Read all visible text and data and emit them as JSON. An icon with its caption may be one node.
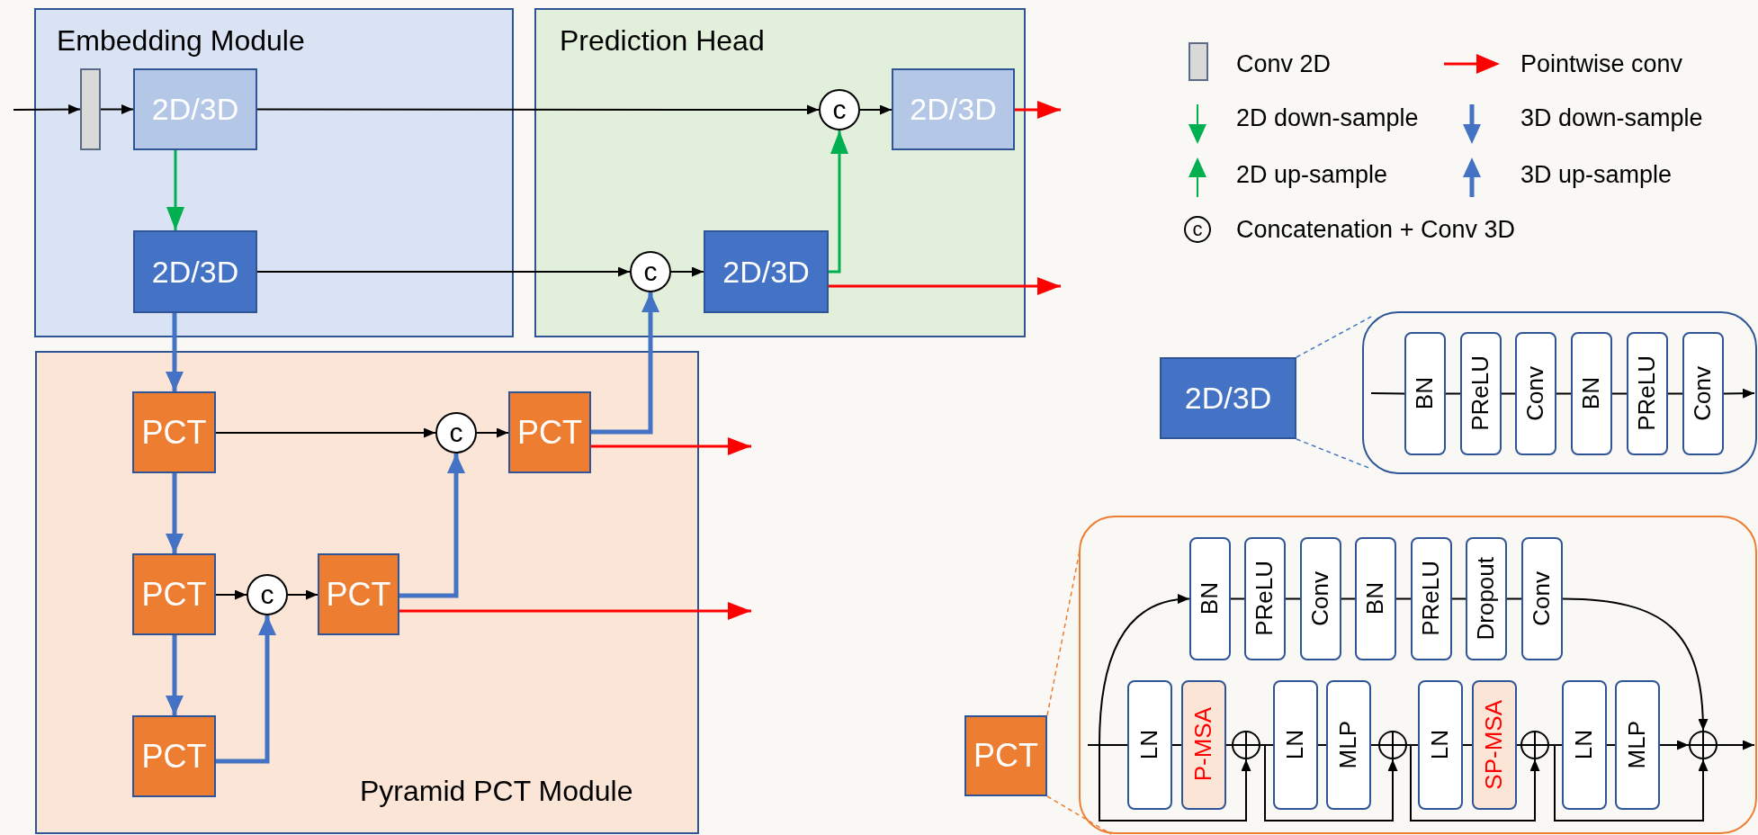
{
  "diagram": {
    "nodes": [
      {
        "text": [
          "Embedding Module"
        ]
      },
      {
        "text": [
          "Prediction Head"
        ]
      },
      {
        "text": [
          "Pyramid PCT Module"
        ]
      },
      {
        "text": [],
        "shape": "box",
        "in": 0
      },
      {
        "text": [
          "2D/3D"
        ],
        "in": 0
      },
      {
        "text": [
          "2D/3D"
        ],
        "in": 0
      },
      {
        "text": [
          "c"
        ],
        "in": 1
      },
      {
        "text": [
          "2D/3D"
        ],
        "in": 1
      },
      {
        "text": [
          "c"
        ],
        "in": 1
      },
      {
        "text": [
          "2D/3D"
        ],
        "in": 1
      },
      {
        "text": [
          "PCT"
        ],
        "in": 2
      },
      {
        "text": [
          "c"
        ],
        "in": 2
      },
      {
        "text": [
          "PCT"
        ],
        "in": 2
      },
      {
        "text": [
          "PCT"
        ],
        "in": 2
      },
      {
        "text": [
          "c"
        ],
        "in": 2
      },
      {
        "text": [
          "PCT"
        ],
        "in": 2
      },
      {
        "text": [
          "PCT"
        ],
        "in": 2
      },
      {
        "text": [
          "2D/3D"
        ]
      },
      {
        "text": [],
        "shape": "box"
      },
      {
        "text": [
          "BN"
        ],
        "in": 18
      },
      {
        "text": [
          "PReLU"
        ],
        "in": 18
      },
      {
        "text": [
          "Conv"
        ],
        "in": 18
      },
      {
        "text": [
          "BN"
        ],
        "in": 18
      },
      {
        "text": [
          "PReLU"
        ],
        "in": 18
      },
      {
        "text": [
          "Conv"
        ],
        "in": 18
      },
      {
        "text": [
          "PCT"
        ]
      },
      {
        "text": [],
        "shape": "box"
      },
      {
        "text": [
          "BN"
        ],
        "in": 26
      },
      {
        "text": [
          "PReLU"
        ],
        "in": 26
      },
      {
        "text": [
          "Conv"
        ],
        "in": 26
      },
      {
        "text": [
          "BN"
        ],
        "in": 26
      },
      {
        "text": [
          "PReLU"
        ],
        "in": 26
      },
      {
        "text": [
          "Dropout"
        ],
        "in": 26
      },
      {
        "text": [
          "Conv"
        ],
        "in": 26
      },
      {
        "text": [
          "LN"
        ],
        "in": 26
      },
      {
        "text": [
          "P-MSA"
        ],
        "in": 26
      },
      {
        "text": [],
        "shape": "circle",
        "in": 26
      },
      {
        "text": [
          "LN"
        ],
        "in": 26
      },
      {
        "text": [
          "MLP"
        ],
        "in": 26
      },
      {
        "text": [],
        "shape": "circle",
        "in": 26
      },
      {
        "text": [
          "LN"
        ],
        "in": 26
      },
      {
        "text": [
          "SP-MSA"
        ],
        "in": 26
      },
      {
        "text": [],
        "shape": "circle",
        "in": 26
      },
      {
        "text": [
          "LN"
        ],
        "in": 26
      },
      {
        "text": [
          "MLP"
        ],
        "in": 26
      },
      {
        "text": [],
        "shape": "circle",
        "in": 26
      }
    ],
    "edges": [
      {
        "from": null,
        "to": 3,
        "arrow": "to"
      },
      {
        "from": 3,
        "to": 4,
        "arrow": "to"
      },
      {
        "from": 4,
        "to": 6,
        "arrow": "to"
      },
      {
        "from": 6,
        "to": 7,
        "arrow": "to"
      },
      {
        "from": 7,
        "to": null,
        "arrow": "to",
        "color": "#ff0000"
      },
      {
        "from": 4,
        "to": 5,
        "arrow": "to",
        "color": "#00b050"
      },
      {
        "from": 5,
        "to": 8,
        "arrow": "to"
      },
      {
        "from": 8,
        "to": 9,
        "arrow": "to"
      },
      {
        "from": 9,
        "to": 6,
        "arrow": "to",
        "color": "#00b050"
      },
      {
        "from": 9,
        "to": null,
        "arrow": "to",
        "color": "#ff0000"
      },
      {
        "from": 5,
        "to": 10,
        "arrow": "to",
        "style": "thick",
        "color": "#4472c4"
      },
      {
        "from": 10,
        "to": 13,
        "arrow": "to",
        "style": "thick",
        "color": "#4472c4"
      },
      {
        "from": 13,
        "to": 16,
        "arrow": "to",
        "style": "thick",
        "color": "#4472c4"
      },
      {
        "from": 10,
        "to": 11,
        "arrow": "to"
      },
      {
        "from": 11,
        "to": 12,
        "arrow": "to"
      },
      {
        "from": 12,
        "to": 8,
        "arrow": "to",
        "style": "thick",
        "color": "#4472c4"
      },
      {
        "from": 12,
        "to": null,
        "arrow": "to",
        "color": "#ff0000"
      },
      {
        "from": 13,
        "to": 14,
        "arrow": "to"
      },
      {
        "from": 14,
        "to": 15,
        "arrow": "to"
      },
      {
        "from": 15,
        "to": 11,
        "arrow": "to",
        "style": "thick",
        "color": "#4472c4"
      },
      {
        "from": 15,
        "to": null,
        "arrow": "to",
        "color": "#ff0000"
      },
      {
        "from": 16,
        "to": 14,
        "arrow": "to",
        "style": "thick",
        "color": "#4472c4"
      },
      {
        "from": 17,
        "to": 18,
        "arrow": "none",
        "style": "dashed",
        "color": "#4472c4"
      },
      {
        "from": 17,
        "to": 18,
        "arrow": "none",
        "style": "dashed",
        "color": "#4472c4"
      },
      {
        "from": null,
        "to": 19,
        "arrow": "none"
      },
      {
        "from": 19,
        "to": 20,
        "arrow": "none"
      },
      {
        "from": 20,
        "to": 21,
        "arrow": "none"
      },
      {
        "from": 21,
        "to": 22,
        "arrow": "none"
      },
      {
        "from": 22,
        "to": 23,
        "arrow": "none"
      },
      {
        "from": 23,
        "to": 24,
        "arrow": "none"
      },
      {
        "from": 24,
        "to": null,
        "arrow": "to"
      },
      {
        "from": 25,
        "to": 26,
        "arrow": "none",
        "style": "dashed",
        "color": "#ed7d31"
      },
      {
        "from": 25,
        "to": 26,
        "arrow": "none",
        "style": "dashed",
        "color": "#ed7d31"
      },
      {
        "from": null,
        "to": 34,
        "arrow": "none"
      },
      {
        "from": 34,
        "to": 35,
        "arrow": "none"
      },
      {
        "from": 35,
        "to": 36,
        "arrow": "none"
      },
      {
        "from": 36,
        "to": 37,
        "arrow": "none"
      },
      {
        "from": 37,
        "to": 38,
        "arrow": "none"
      },
      {
        "from": 38,
        "to": 39,
        "arrow": "none"
      },
      {
        "from": 39,
        "to": 40,
        "arrow": "none"
      },
      {
        "from": 40,
        "to": 41,
        "arrow": "none"
      },
      {
        "from": 41,
        "to": 42,
        "arrow": "none"
      },
      {
        "from": 42,
        "to": 43,
        "arrow": "none"
      },
      {
        "from": 43,
        "to": 44,
        "arrow": "none"
      },
      {
        "from": 44,
        "to": 45,
        "arrow": "to"
      },
      {
        "from": 45,
        "to": null,
        "arrow": "to"
      },
      {
        "from": null,
        "to": 36,
        "arrow": "to"
      },
      {
        "from": 36,
        "to": 39,
        "arrow": "to"
      },
      {
        "from": 39,
        "to": 42,
        "arrow": "to"
      },
      {
        "from": 42,
        "to": 45,
        "arrow": "to"
      },
      {
        "from": null,
        "to": 27,
        "arrow": "to"
      },
      {
        "from": 27,
        "to": 28,
        "arrow": "none"
      },
      {
        "from": 28,
        "to": 29,
        "arrow": "none"
      },
      {
        "from": 29,
        "to": 30,
        "arrow": "none"
      },
      {
        "from": 30,
        "to": 31,
        "arrow": "none"
      },
      {
        "from": 31,
        "to": 32,
        "arrow": "none"
      },
      {
        "from": 32,
        "to": 33,
        "arrow": "none"
      },
      {
        "from": 33,
        "to": 45,
        "arrow": "to"
      }
    ],
    "labels": [
      "c"
    ],
    "legend": [
      {
        "text": "Conv 2D",
        "color": "#d9d9d9"
      },
      {
        "text": "Pointwise conv"
      },
      {
        "text": "2D down-sample"
      },
      {
        "text": "3D down-sample"
      },
      {
        "text": "2D up-sample"
      },
      {
        "text": "3D up-sample"
      },
      {
        "text": "Concatenation + Conv 3D"
      }
    ]
  }
}
